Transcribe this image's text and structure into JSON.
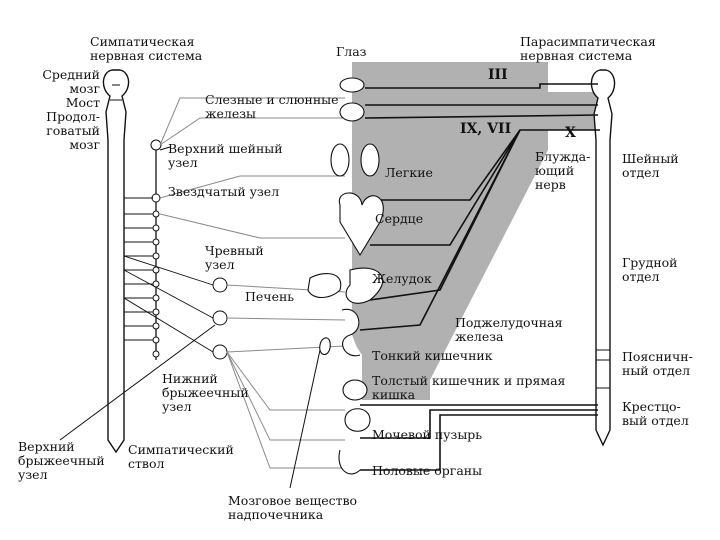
{
  "headers": {
    "sympathetic_line1": "Симпатическая",
    "sympathetic_line2": "нервная система",
    "parasympathetic_line1": "Парасимпатическая",
    "parasympathetic_line2": "нервная система"
  },
  "brain_labels": {
    "midbrain_1": "Средний",
    "midbrain_2": "мозг",
    "pons": "Мост",
    "medulla_1": "Продол-",
    "medulla_2": "говатый",
    "medulla_3": "мозг"
  },
  "ganglia": {
    "superior_cervical_1": "Верхний шейный",
    "superior_cervical_2": "узел",
    "stellate": "Звездчатый узел",
    "celiac_1": "Чревный",
    "celiac_2": "узел",
    "inferior_mesenteric_1": "Нижний",
    "inferior_mesenteric_2": "брыжеечный",
    "inferior_mesenteric_3": "узел",
    "superior_mesenteric_1": "Верхний",
    "superior_mesenteric_2": "брыжеечный",
    "superior_mesenteric_3": "узел",
    "sympathetic_trunk_1": "Симпатический",
    "sympathetic_trunk_2": "ствол",
    "adrenal_medulla_1": "Мозговое вещество",
    "adrenal_medulla_2": "надпочечника"
  },
  "organs": {
    "eye": "Глаз",
    "glands_1": "Слезные и слюнные",
    "glands_2": "железы",
    "lungs": "Легкие",
    "heart": "Сердце",
    "stomach": "Желудок",
    "liver": "Печень",
    "pancreas_1": "Поджелудочная",
    "pancreas_2": "железа",
    "small_intestine": "Тонкий кишечник",
    "large_intestine_1": "Толстый кишечник и прямая",
    "large_intestine_2": "кишка",
    "bladder": "Мочевой пузырь",
    "genitals": "Половые органы"
  },
  "nerves": {
    "cn3": "III",
    "cn9_7": "IX, VII",
    "cn10": "X",
    "vagus_1": "Блужда-",
    "vagus_2": "ющий",
    "vagus_3": "нерв"
  },
  "spinal_sections": {
    "cervical_1": "Шейный",
    "cervical_2": "отдел",
    "thoracic_1": "Грудной",
    "thoracic_2": "отдел",
    "lumbar_1": "Поясничн-",
    "lumbar_2": "ный отдел",
    "sacral_1": "Крестцо-",
    "sacral_2": "вый отдел"
  },
  "colors": {
    "parasympathetic_shade": "#a3a3a3",
    "ink": "#111111",
    "sympathetic_lines": "#8a8a8a"
  }
}
